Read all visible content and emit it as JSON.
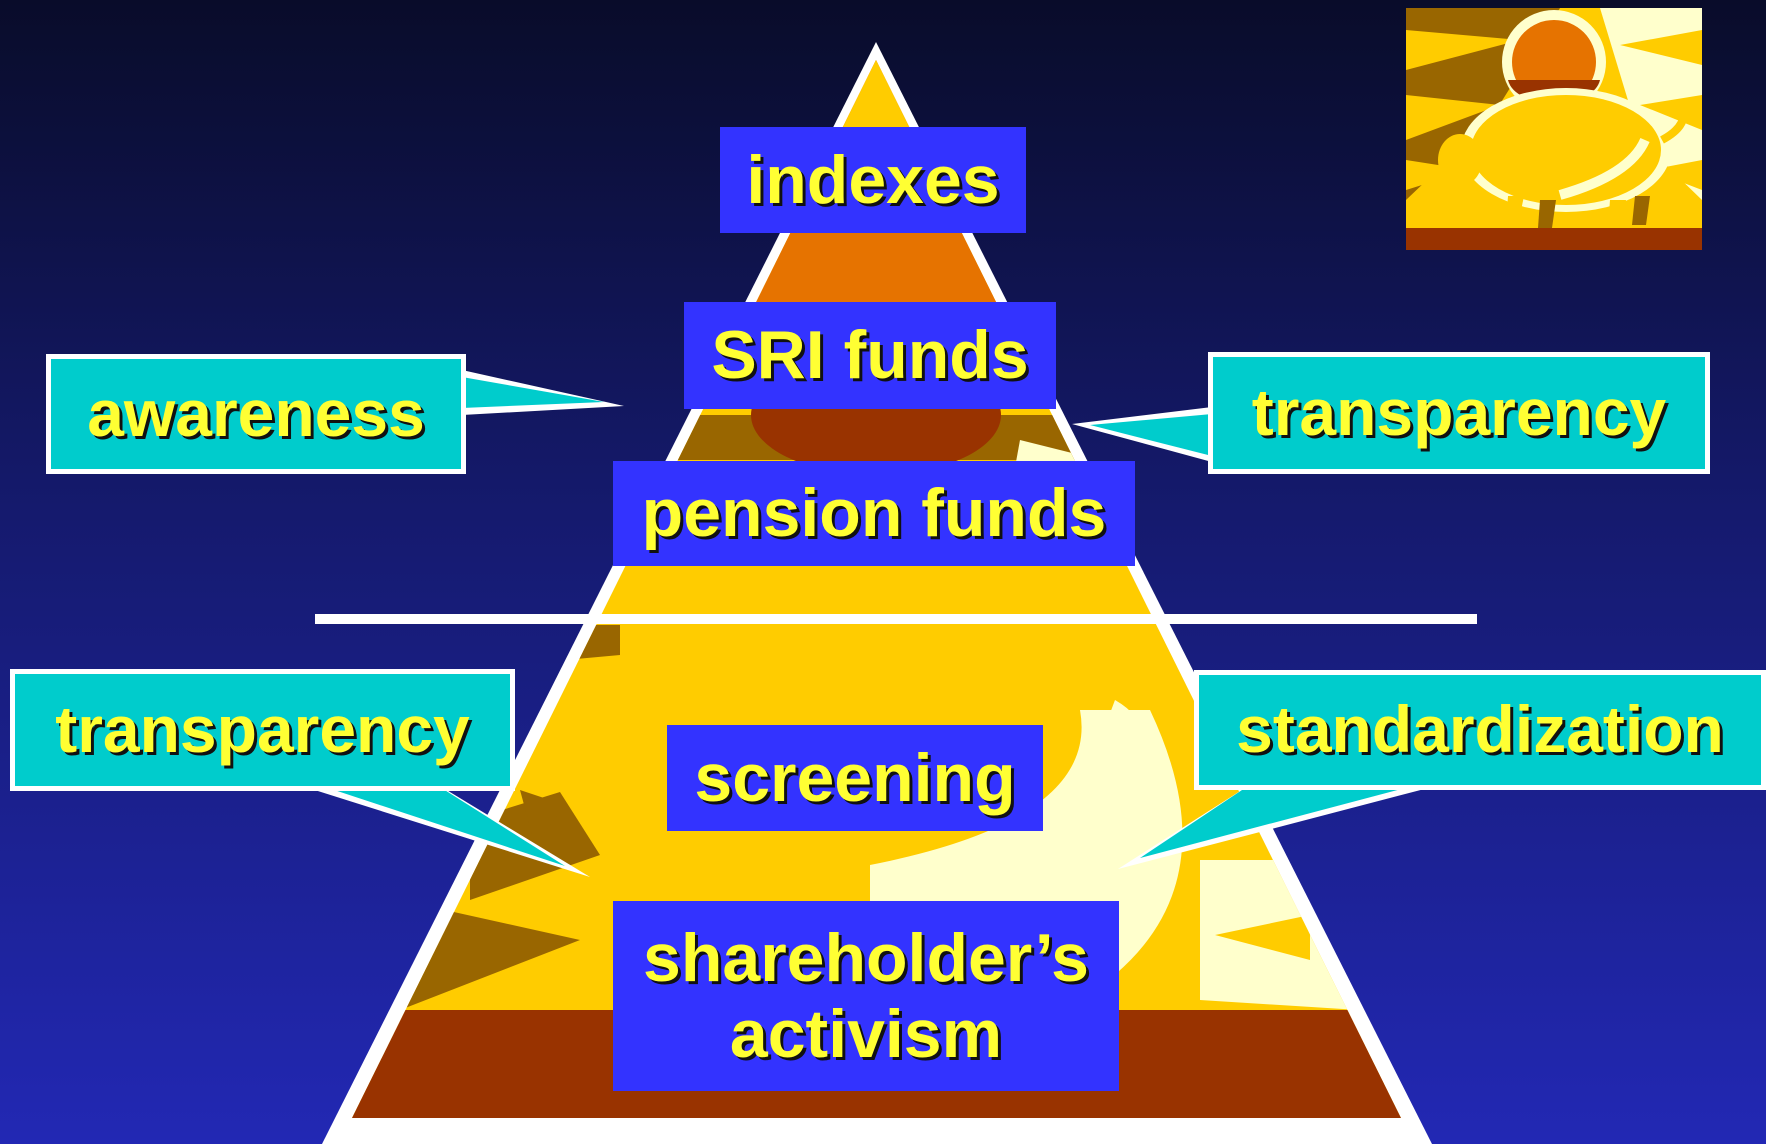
{
  "pyramid": {
    "levels": [
      {
        "id": "indexes",
        "label": "indexes"
      },
      {
        "id": "sri-funds",
        "label": "SRI funds"
      },
      {
        "id": "pension-funds",
        "label": "pension funds"
      },
      {
        "id": "screening",
        "label": "screening"
      },
      {
        "id": "activism",
        "label_line1": "shareholder’s",
        "label_line2": "activism"
      }
    ]
  },
  "callouts": {
    "awareness": "awareness",
    "transparency_upper": "transparency",
    "transparency_lower": "transparency",
    "standardization": "standardization"
  },
  "colors": {
    "background_top": "#090c2a",
    "background_bottom": "#2228b4",
    "level_box": "#3333ff",
    "callout_box": "#00cccc",
    "label_text": "#ffff33",
    "pyramid_yellow": "#ffcc00",
    "pyramid_orange": "#e67300",
    "pyramid_brown": "#993300",
    "pyramid_olive": "#996600",
    "pyramid_cream": "#ffffcc"
  },
  "icons": [
    "piggy-bank-sun-icon"
  ]
}
